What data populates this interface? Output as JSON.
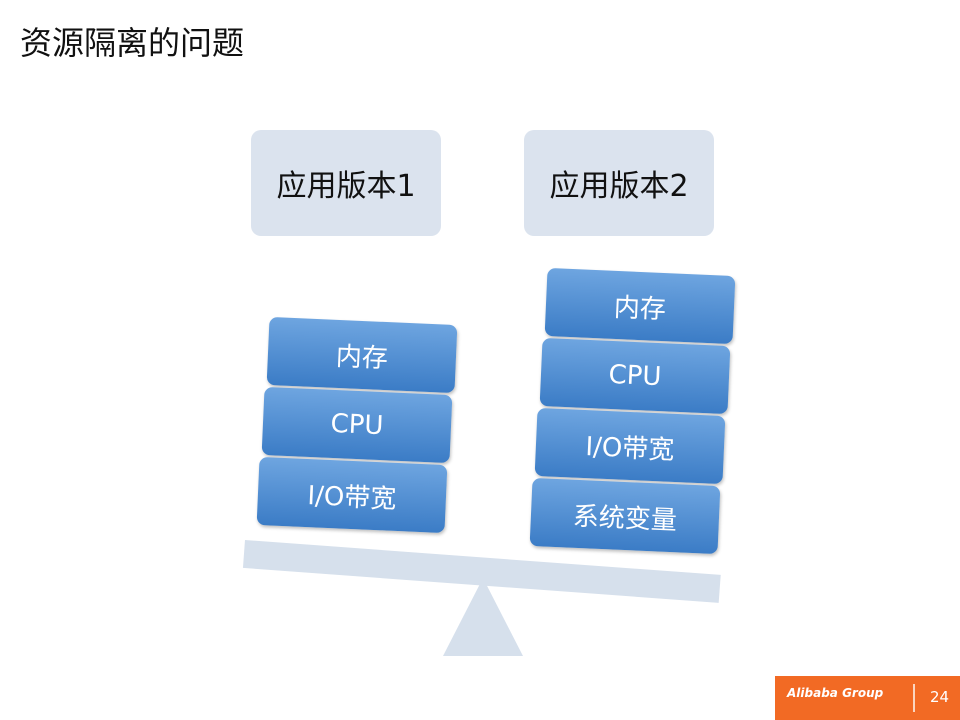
{
  "title": "资源隔离的问题",
  "versions": [
    "应用版本1",
    "应用版本2"
  ],
  "left_stack": [
    "内存",
    "CPU",
    "I/O带宽"
  ],
  "right_stack": [
    "内存",
    "CPU",
    "I/O带宽",
    "系统变量"
  ],
  "footer": {
    "logo": "Alibaba Group",
    "page": "24"
  },
  "colors": {
    "block": "#4a8ad4",
    "panel": "#dbe3ee",
    "footer": "#f26a24"
  }
}
